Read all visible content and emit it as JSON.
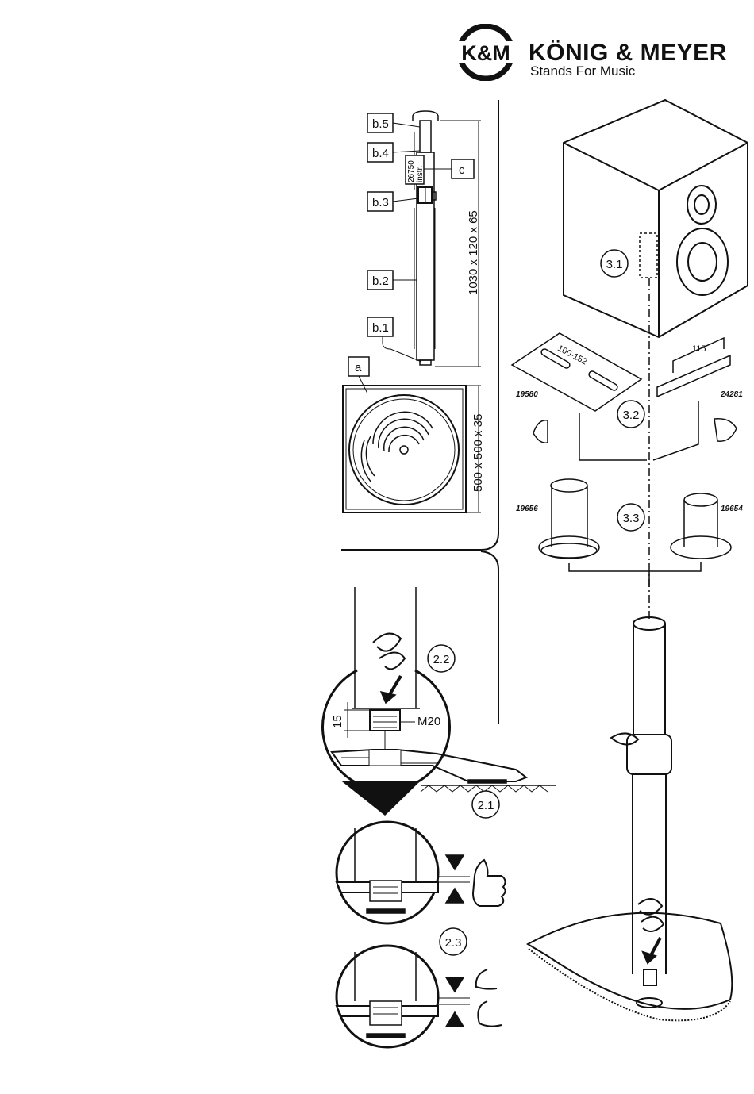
{
  "brand": {
    "logo_text": "K&M",
    "name": "KÖNIG & MEYER",
    "tagline": "Stands For Music"
  },
  "parts": {
    "b1": "b.1",
    "b2": "b.2",
    "b3": "b.3",
    "b4": "b.4",
    "b5": "b.5",
    "a": "a",
    "c": "c",
    "c_box_line1": "26750",
    "c_box_line2": "instr."
  },
  "dimensions": {
    "tube": "1030 x 120 x 65",
    "base": "500 x 500 x 35",
    "thread_len": "15",
    "thread": "M20",
    "plate_left": "100-152",
    "plate_right": "115"
  },
  "steps": {
    "s21": "2.1",
    "s22": "2.2",
    "s23": "2.3",
    "s31": "3.1",
    "s32": "3.2",
    "s33": "3.3"
  },
  "part_numbers": {
    "p19580": "19580",
    "p24281": "24281",
    "p19656": "19656",
    "p19654": "19654"
  }
}
